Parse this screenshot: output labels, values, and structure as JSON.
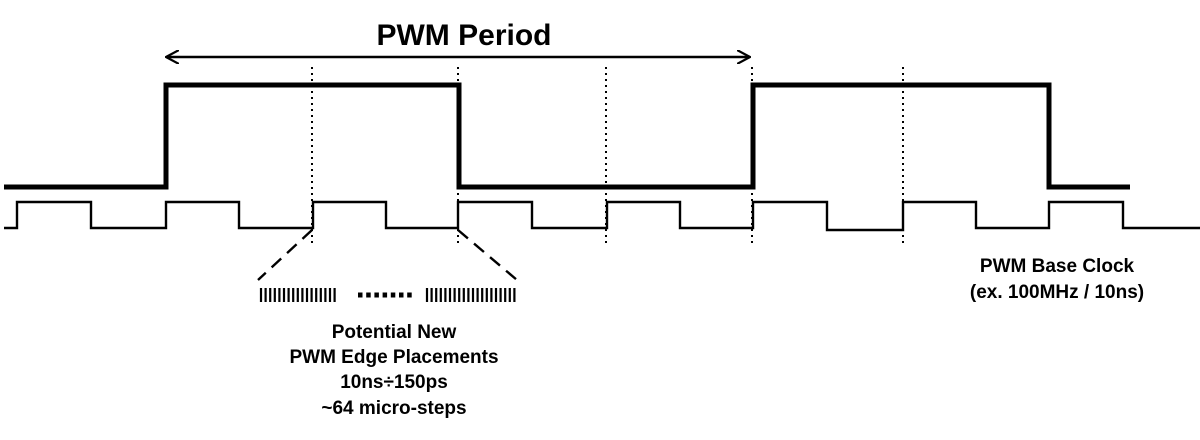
{
  "title": "PWM Period",
  "base_clock": {
    "line1": "PWM Base Clock",
    "line2": "(ex. 100MHz / 10ns)"
  },
  "edge_note": {
    "line1": "Potential New",
    "line2": "PWM Edge Placements",
    "line3": "10ns÷150ps",
    "line4": "~64 micro-steps"
  },
  "colors": {
    "ink": "#000000",
    "background": "#ffffff"
  }
}
